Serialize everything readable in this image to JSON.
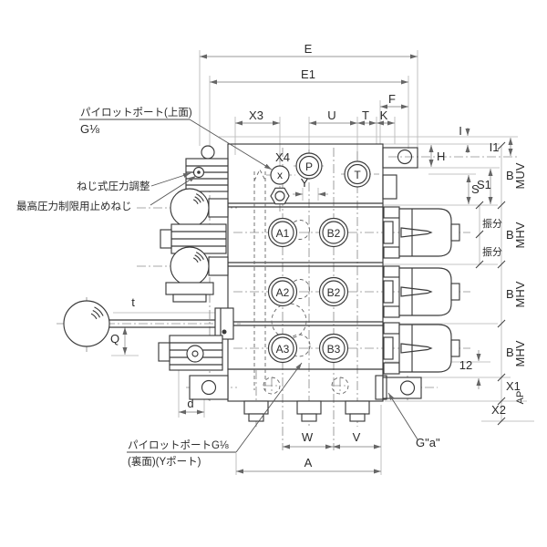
{
  "annotations": {
    "pilot_port_top_line1": "パイロットポート(上面)",
    "pilot_port_top_line2": "G⅛",
    "screw_pressure_adjust": "ねじ式圧力調整",
    "max_pressure_limit_screw": "最高圧力制限用止めねじ",
    "pilot_port_rear_line1": "パイロットポートG⅛",
    "pilot_port_rear_line2": "(裏面)(Yポート)",
    "gauge_port": "G\"a\""
  },
  "dims": {
    "e": "E",
    "e1": "E1",
    "f": "F",
    "x3": "X3",
    "u": "U",
    "t": "T",
    "k": "K",
    "i": "I",
    "i1": "I1",
    "h": "H",
    "s": "S",
    "s1": "S1",
    "x4": "X4",
    "y": "Y",
    "b": "B",
    "w": "W",
    "v": "V",
    "a": "A",
    "d": "d",
    "q": "Q",
    "t_rod": "t",
    "twelve": "12",
    "x1": "X1",
    "x2": "X2"
  },
  "sections": {
    "muv": "MUV",
    "mhv": "MHV",
    "ap": "AP",
    "furiwake": "振分"
  },
  "ports": {
    "x": "x",
    "p": "P",
    "t": "T",
    "rows": [
      {
        "a": "A1",
        "b": "B2"
      },
      {
        "a": "A2",
        "b": "B2"
      },
      {
        "a": "A3",
        "b": "B3"
      }
    ]
  }
}
